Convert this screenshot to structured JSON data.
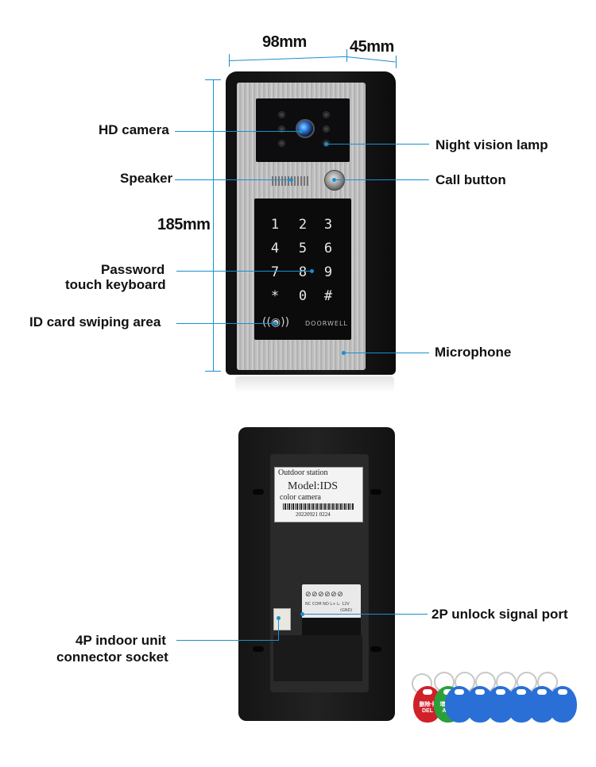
{
  "dimensions": {
    "width_label": "98mm",
    "depth_label": "45mm",
    "height_label": "185mm"
  },
  "callouts_left": {
    "hd_camera": "HD camera",
    "speaker": "Speaker",
    "password_line1": "Password",
    "password_line2": "touch keyboard",
    "id_card": "ID card swiping area",
    "indoor_line1": "4P indoor unit",
    "indoor_line2": "connector socket"
  },
  "callouts_right": {
    "night_vision": "Night vision lamp",
    "call_button": "Call button",
    "microphone": "Microphone",
    "unlock_port": "2P unlock signal port"
  },
  "keypad": {
    "keys": [
      "1",
      "2",
      "3",
      "4",
      "5",
      "6",
      "7",
      "8",
      "9",
      "*",
      "0",
      "#"
    ]
  },
  "front_brand": "DOORWELL",
  "rfid_symbol": "((◉))",
  "sticker": {
    "line1": "Outdoor station",
    "line2": "Model:IDS",
    "line3": "color camera",
    "serial": "20220921 0224"
  },
  "terminal": {
    "screws": "⊘⊘⊘⊘⊘⊘",
    "labels": "NC COM NO L+ L- 12V",
    "gnd": "(GND)"
  },
  "fobs": [
    {
      "color": "#d0202a",
      "line1": "删除卡",
      "line2": "DEL"
    },
    {
      "color": "#2aa03a",
      "line1": "增加卡",
      "line2": "ADD"
    },
    {
      "color": "#2a6fd6",
      "line1": "",
      "line2": ""
    },
    {
      "color": "#2a6fd6",
      "line1": "",
      "line2": ""
    },
    {
      "color": "#2a6fd6",
      "line1": "",
      "line2": ""
    },
    {
      "color": "#2a6fd6",
      "line1": "",
      "line2": ""
    },
    {
      "color": "#2a6fd6",
      "line1": "",
      "line2": ""
    },
    {
      "color": "#2a6fd6",
      "line1": "",
      "line2": ""
    }
  ],
  "accent_color": "#1a8fd0"
}
